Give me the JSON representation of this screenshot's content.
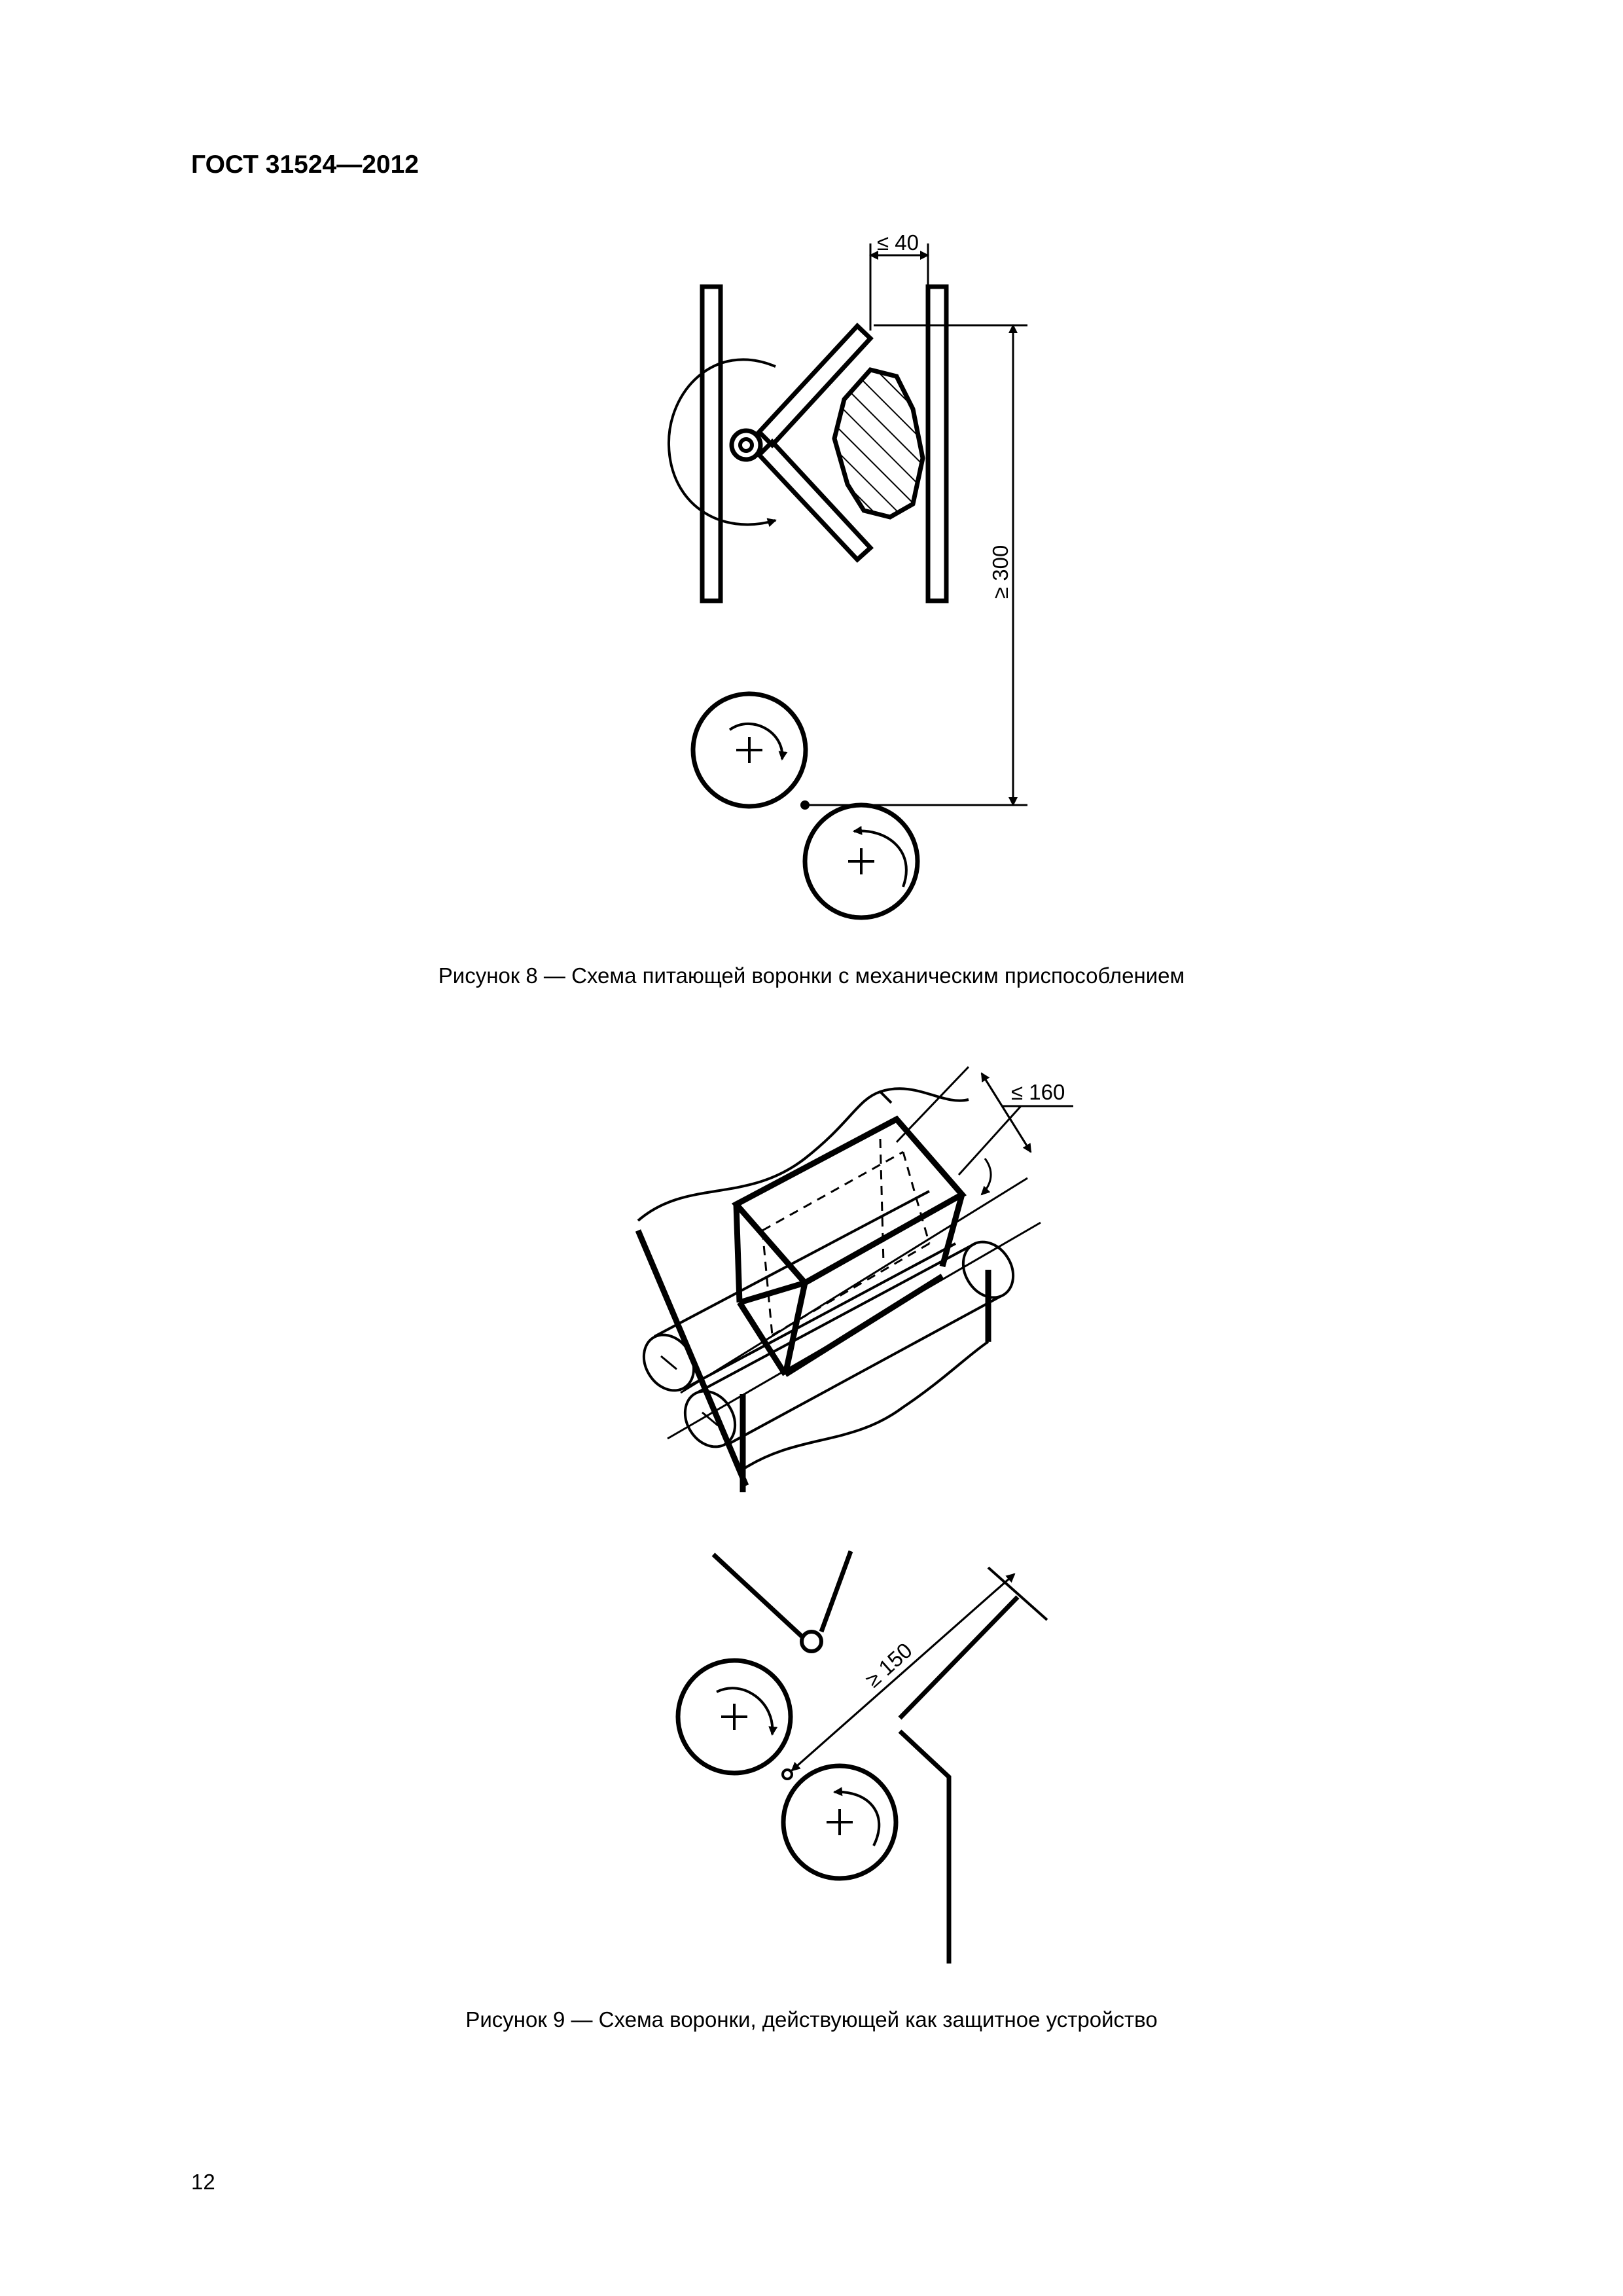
{
  "document": {
    "header": "ГОСТ 31524—2012",
    "page_number": "12"
  },
  "figure8": {
    "caption": "Рисунок 8 — Схема питающей воронки с механическим приспособлением",
    "dim_gap": "≤ 40",
    "dim_height": "≥ 300"
  },
  "figure9": {
    "caption": "Рисунок 9 — Схема воронки, действующей как защитное устройство",
    "dim_width": "≤ 160",
    "dim_distance": "≥ 150"
  }
}
